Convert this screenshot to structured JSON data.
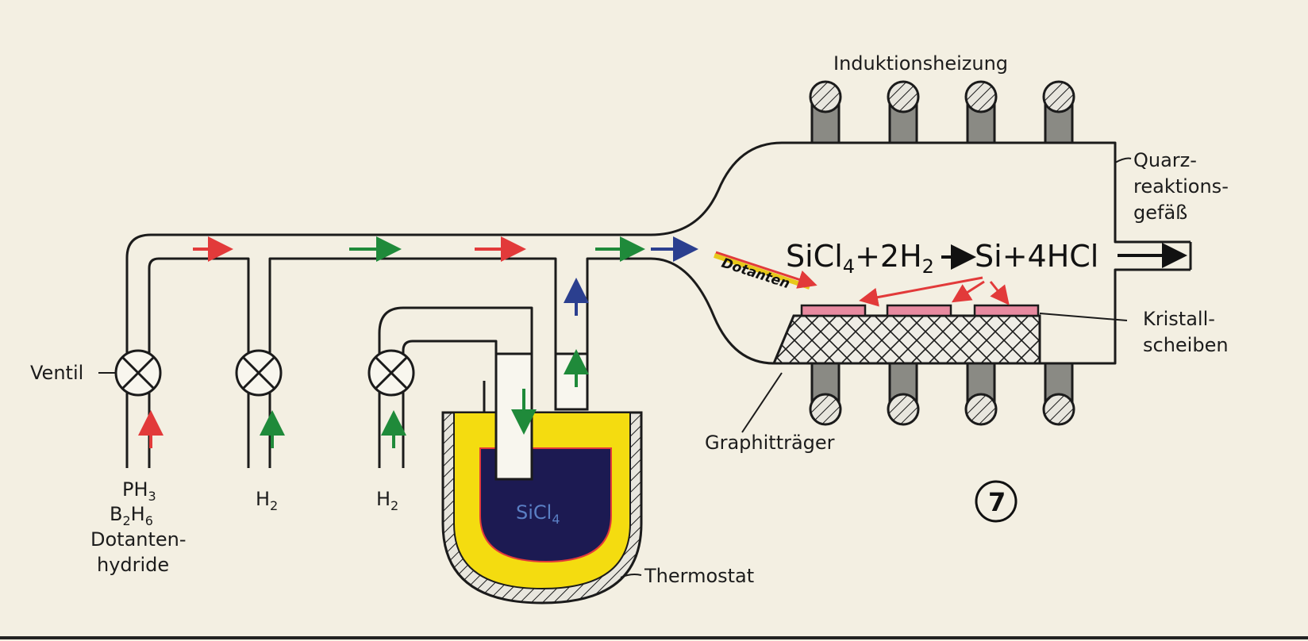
{
  "labels": {
    "induction": "Induktionsheizung",
    "quartz_1": "Quarz-",
    "quartz_2": "reaktions-",
    "quartz_3": "gefäß",
    "reaction": {
      "lhs_a": "SiCl",
      "sub_4a": "4",
      "lhs_b": "+2H",
      "sub_2": "2",
      "rhs_a": "Si",
      "rhs_b": "+4HCl"
    },
    "dotanten": "Dotanten",
    "crystal_1": "Kristall-",
    "crystal_2": "scheiben",
    "graphite": "Graphitträger",
    "ventil": "Ventil",
    "sicl4_main": "SiCl",
    "sicl4_sub": "4",
    "thermostat": "Thermostat",
    "figure_number": "7"
  },
  "inlets": [
    {
      "lines": [
        {
          "main": "PH",
          "sub": "3"
        },
        {
          "main": "B",
          "sub": "2",
          "main2": "H",
          "sub2": "6"
        }
      ],
      "extra": [
        "Dotanten-",
        "hydride"
      ]
    },
    {
      "lines": [
        {
          "main": "H",
          "sub": "2"
        }
      ]
    },
    {
      "lines": [
        {
          "main": "H",
          "sub": "2"
        }
      ]
    }
  ],
  "colors": {
    "background": "#f3efe2",
    "tube_fill": "#f8f6ee",
    "line": "#1b1b1b",
    "sicl4_liquid": "#1c1a52",
    "thermostat_fill": "#f4dc10",
    "coil_gray": "#8a8a84",
    "arrow_red": "#e23a3a",
    "arrow_green": "#1f8a3a",
    "arrow_yellow": "#e8c81a",
    "arrow_blue": "#2b3f8f",
    "wafer_pink": "#e88aa0"
  },
  "icons": {
    "valve": "valve-cross-icon",
    "coil": "coil-cross-section-icon",
    "flow": "flow-arrow-icon"
  }
}
